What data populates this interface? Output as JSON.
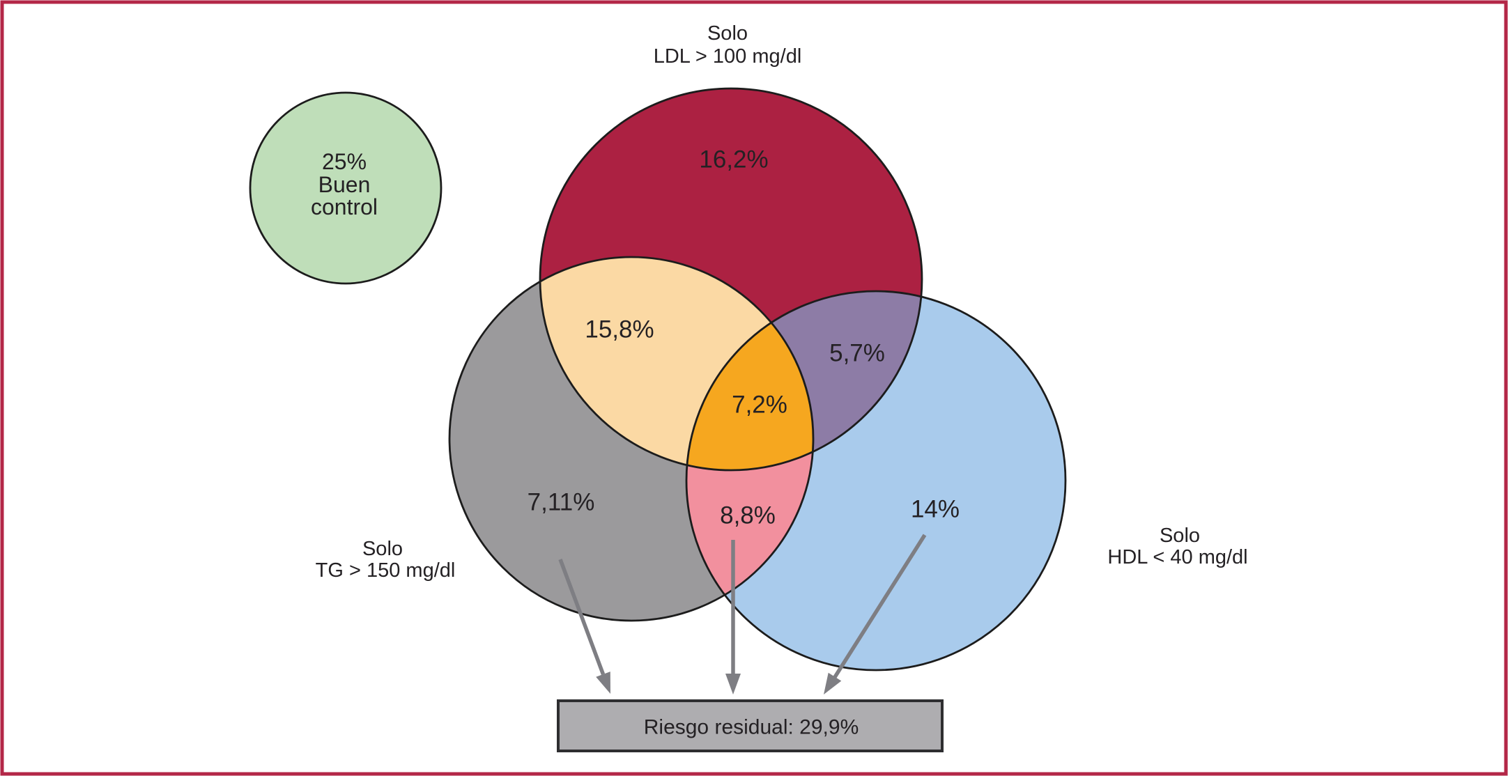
{
  "frame": {
    "border_color": "#B32747",
    "background": "#FFFFFF"
  },
  "good_control": {
    "value": "25%",
    "label_line1": "Buen",
    "label_line2": "control",
    "fill": "#BFDEB9"
  },
  "sets": {
    "ldl": {
      "name_line1": "Solo",
      "name_line2": "LDL > 100 mg/dl",
      "value": "16,2%",
      "fill": "#AC2142",
      "value_color": "#FFFFFF"
    },
    "tg": {
      "name_line1": "Solo",
      "name_line2": "TG > 150 mg/dl",
      "value": "7,11%",
      "fill": "#9B9A9C",
      "value_color": "#242124"
    },
    "hdl": {
      "name_line1": "Solo",
      "name_line2": "HDL < 40 mg/dl",
      "value": "14%",
      "fill": "#A9CBEC",
      "value_color": "#242124"
    }
  },
  "overlaps": {
    "ldl_tg": {
      "value": "15,8%",
      "fill": "#FBD9A4"
    },
    "ldl_hdl": {
      "value": "5,7%",
      "fill": "#8D7CA6"
    },
    "tg_hdl": {
      "value": "8,8%",
      "fill": "#F2909E"
    },
    "all": {
      "value": "7,2%",
      "fill": "#F6A71F"
    }
  },
  "residual_risk": {
    "label": "Riesgo residual: 29,9%",
    "fill": "#AEADB0",
    "border_color": "#2E2E30"
  },
  "arrows": {
    "color": "#7E7E83"
  },
  "chart_data": {
    "type": "venn",
    "title": "",
    "sets": [
      {
        "label": "Solo LDL > 100 mg/dl",
        "only_value_pct": 16.2
      },
      {
        "label": "Solo TG > 150 mg/dl",
        "only_value_pct": 7.11
      },
      {
        "label": "Solo HDL < 40 mg/dl",
        "only_value_pct": 14
      }
    ],
    "intersections": [
      {
        "sets": [
          "LDL > 100 mg/dl",
          "TG > 150 mg/dl"
        ],
        "value_pct": 15.8
      },
      {
        "sets": [
          "LDL > 100 mg/dl",
          "HDL < 40 mg/dl"
        ],
        "value_pct": 5.7
      },
      {
        "sets": [
          "TG > 150 mg/dl",
          "HDL < 40 mg/dl"
        ],
        "value_pct": 8.8
      },
      {
        "sets": [
          "LDL > 100 mg/dl",
          "TG > 150 mg/dl",
          "HDL < 40 mg/dl"
        ],
        "value_pct": 7.2
      }
    ],
    "standalone_circle": {
      "label": "Buen control",
      "value_pct": 25
    },
    "annotation_box": {
      "label": "Riesgo residual",
      "value_pct": 29.9
    }
  }
}
